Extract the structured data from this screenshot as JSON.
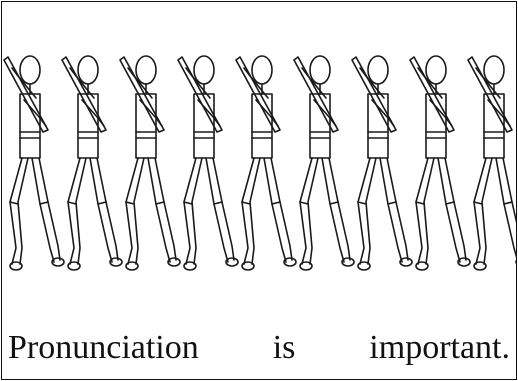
{
  "caption": {
    "words": [
      "Pronunciation",
      "is",
      "important."
    ]
  },
  "figure": {
    "figure_count": 9,
    "stroke_color": "#1a1a1a",
    "icon": "marching-stick-figure-with-rifle-icon"
  }
}
